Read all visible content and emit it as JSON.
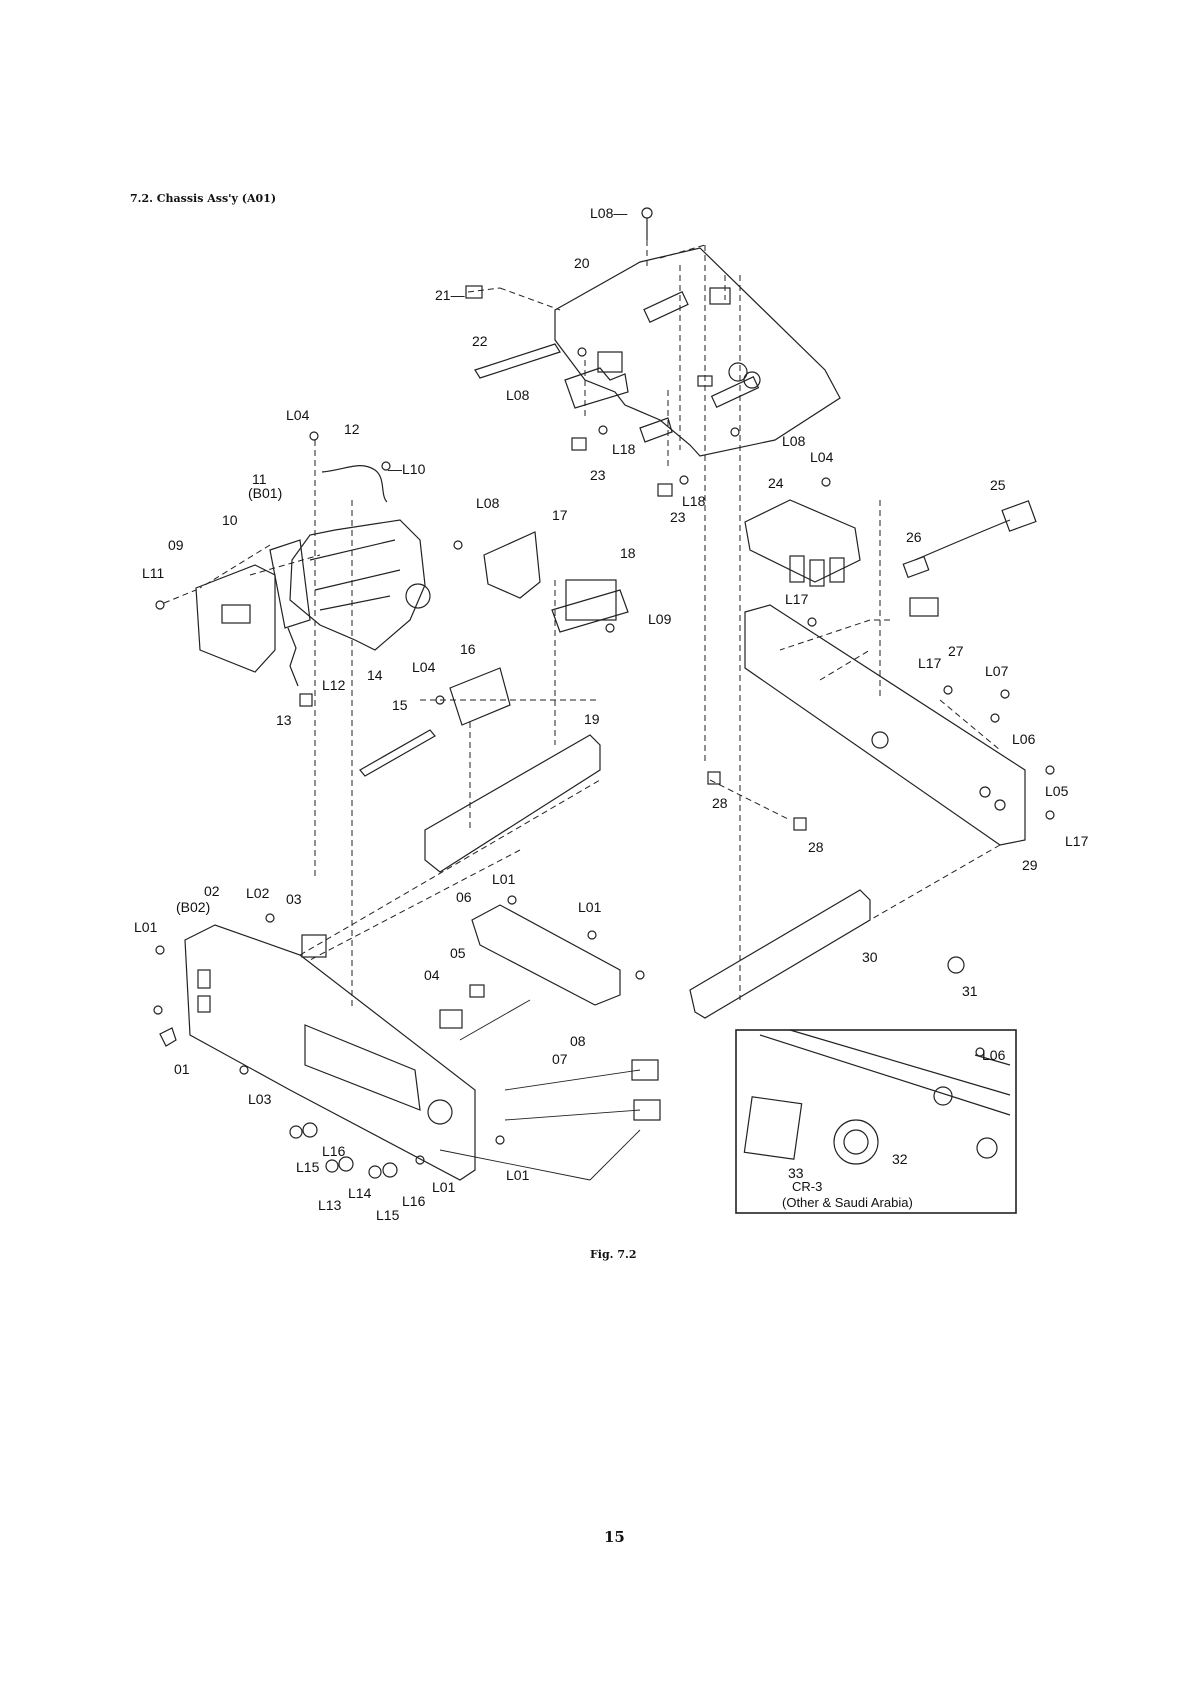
{
  "section_title": "7.2. Chassis Ass'y (A01)",
  "figure_caption": "Fig. 7.2",
  "page_number": "15",
  "inset": {
    "model": "CR-3",
    "region": "(Other & Saudi Arabia)"
  },
  "callouts": [
    {
      "id": "c-L08-top",
      "text": "L08—"
    },
    {
      "id": "c-20",
      "text": "20"
    },
    {
      "id": "c-21",
      "text": "21—"
    },
    {
      "id": "c-22",
      "text": "22"
    },
    {
      "id": "c-L08-a",
      "text": "L08"
    },
    {
      "id": "c-L04-a",
      "text": "L04"
    },
    {
      "id": "c-12",
      "text": "12"
    },
    {
      "id": "c-L10",
      "text": "—L10"
    },
    {
      "id": "c-11",
      "text": "11"
    },
    {
      "id": "c-B01",
      "text": "(B01)"
    },
    {
      "id": "c-10",
      "text": "10"
    },
    {
      "id": "c-09",
      "text": "09"
    },
    {
      "id": "c-L11",
      "text": "L11"
    },
    {
      "id": "c-14",
      "text": "14"
    },
    {
      "id": "c-L12",
      "text": "L12"
    },
    {
      "id": "c-13",
      "text": "13"
    },
    {
      "id": "c-L08-b",
      "text": "L08"
    },
    {
      "id": "c-17",
      "text": "17"
    },
    {
      "id": "c-18",
      "text": "18"
    },
    {
      "id": "c-L09",
      "text": "L09"
    },
    {
      "id": "c-16",
      "text": "16"
    },
    {
      "id": "c-L04-b",
      "text": "L04"
    },
    {
      "id": "c-15",
      "text": "15"
    },
    {
      "id": "c-19",
      "text": "19"
    },
    {
      "id": "c-L18-a",
      "text": "L18"
    },
    {
      "id": "c-23-a",
      "text": "23"
    },
    {
      "id": "c-L18-b",
      "text": "L18"
    },
    {
      "id": "c-23-b",
      "text": "23"
    },
    {
      "id": "c-L08-c",
      "text": "L08"
    },
    {
      "id": "c-L04-c",
      "text": "L04"
    },
    {
      "id": "c-24",
      "text": "24"
    },
    {
      "id": "c-25",
      "text": "25"
    },
    {
      "id": "c-26",
      "text": "26"
    },
    {
      "id": "c-L17-a",
      "text": "L17"
    },
    {
      "id": "c-27",
      "text": "27"
    },
    {
      "id": "c-L17-b",
      "text": "L17"
    },
    {
      "id": "c-L07",
      "text": "L07"
    },
    {
      "id": "c-L06-a",
      "text": "L06"
    },
    {
      "id": "c-L05",
      "text": "L05"
    },
    {
      "id": "c-L17-c",
      "text": "L17"
    },
    {
      "id": "c-29",
      "text": "29"
    },
    {
      "id": "c-28-a",
      "text": "28"
    },
    {
      "id": "c-28-b",
      "text": "28"
    },
    {
      "id": "c-02",
      "text": "02"
    },
    {
      "id": "c-B02",
      "text": "(B02)"
    },
    {
      "id": "c-L02",
      "text": "L02"
    },
    {
      "id": "c-03",
      "text": "03"
    },
    {
      "id": "c-L01-a",
      "text": "L01"
    },
    {
      "id": "c-L01-b",
      "text": "L01"
    },
    {
      "id": "c-06",
      "text": "06"
    },
    {
      "id": "c-L01-c",
      "text": "L01"
    },
    {
      "id": "c-05",
      "text": "05"
    },
    {
      "id": "c-04",
      "text": "04"
    },
    {
      "id": "c-01",
      "text": "01"
    },
    {
      "id": "c-L03",
      "text": "L03"
    },
    {
      "id": "c-08",
      "text": "08"
    },
    {
      "id": "c-07",
      "text": "07"
    },
    {
      "id": "c-30",
      "text": "30"
    },
    {
      "id": "c-31",
      "text": "31"
    },
    {
      "id": "c-L06-b",
      "text": "L06"
    },
    {
      "id": "c-33",
      "text": "33"
    },
    {
      "id": "c-32",
      "text": "32"
    },
    {
      "id": "c-L16-a",
      "text": "L16"
    },
    {
      "id": "c-L15-a",
      "text": "L15"
    },
    {
      "id": "c-L14",
      "text": "L14"
    },
    {
      "id": "c-L13",
      "text": "L13"
    },
    {
      "id": "c-L15-b",
      "text": "L15"
    },
    {
      "id": "c-L16-b",
      "text": "L16"
    },
    {
      "id": "c-L01-d",
      "text": "L01"
    },
    {
      "id": "c-L01-e",
      "text": "L01"
    }
  ]
}
